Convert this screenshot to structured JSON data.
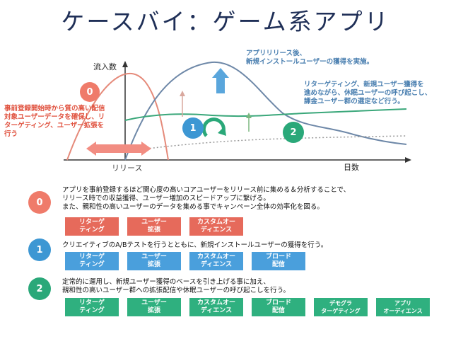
{
  "title": "ケースバイ：ゲーム系アプリ",
  "chart": {
    "y_label": "流入数",
    "x_label": "日数",
    "release_label": "リリース"
  },
  "notes": {
    "prerelease": "事前登録開始時から質の高い配信\n対象ユーザーデータを確保し、リ\nターゲティング、ユーザー拡張を\n行う",
    "launch": "アプリリリース後、\n新規インストールユーザーの獲得を実施。",
    "retention": "リターゲティング、新規ユーザー獲得を\n進めながら、休眠ユーザーの呼び起こし、\n課金ユーザー群の選定など行う。"
  },
  "markers": {
    "m0": "0",
    "m1": "1",
    "m2": "2"
  },
  "stages": [
    {
      "number": "0",
      "text": "アプリを事前登録するほど関心度の高いコアユーザーをリリース前に集める＆分析することで、\nリリース時での収益獲得、ユーザー増加のスピードアップに繋げる。\nまた、親和性の高いユーザーのデータを集める事でキャンペーン全体の効率化を図る。",
      "tags": [
        "リターゲ\nティング",
        "ユーザー\n拡張",
        "カスタムオー\nディエンス"
      ]
    },
    {
      "number": "1",
      "text": "クリエイティブのA/Bテストを行うとともに、新規インストールユーザーの獲得を行う。",
      "tags": [
        "リターゲ\nティング",
        "ユーザー\n拡張",
        "カスタムオー\nディエンス",
        "ブロード\n配信"
      ]
    },
    {
      "number": "2",
      "text": "定常的に運用し、新規ユーザー獲得のベースを引き上げる事に加え、\n親和性の高いユーザー群への拡張配信や休眠ユーザーの呼び起こしを行う。",
      "tags": [
        "リターゲ\nティング",
        "ユーザー\n拡張",
        "カスタムオー\nディエンス",
        "ブロード\n配信",
        "デモグラ\nターゲティング",
        "アプリ\nオーディエンス"
      ]
    }
  ],
  "colors": {
    "title": "#1f2f57",
    "red": "#e0523f",
    "red_tag": "#e66a5b",
    "blue": "#3d97d3",
    "blue_tag": "#4a9fdc",
    "green": "#2aa879",
    "green_tag": "#2fb07f",
    "curve_blue": "#6e88a8",
    "curve_green": "#3aa77a"
  }
}
